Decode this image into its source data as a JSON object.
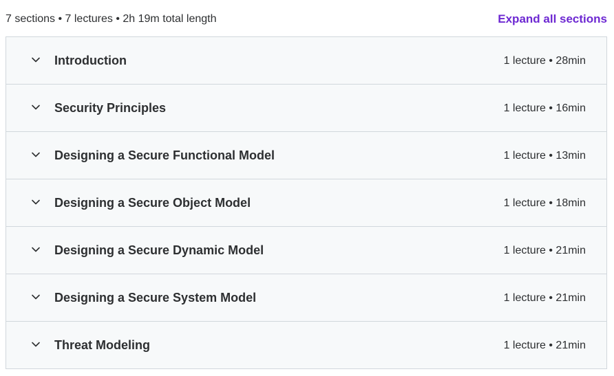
{
  "summary": {
    "text": "7 sections • 7 lectures • 2h 19m total length",
    "expand_all_label": "Expand all sections"
  },
  "sections": [
    {
      "title": "Introduction",
      "meta": "1 lecture • 28min"
    },
    {
      "title": "Security Principles",
      "meta": "1 lecture • 16min"
    },
    {
      "title": "Designing a Secure Functional Model",
      "meta": "1 lecture • 13min"
    },
    {
      "title": "Designing a Secure Object Model",
      "meta": "1 lecture • 18min"
    },
    {
      "title": "Designing a Secure Dynamic Model",
      "meta": "1 lecture • 21min"
    },
    {
      "title": "Designing a Secure System Model",
      "meta": "1 lecture • 21min"
    },
    {
      "title": "Threat Modeling",
      "meta": "1 lecture • 21min"
    }
  ],
  "colors": {
    "accent": "#6d28d2",
    "section_bg": "#f7f9fa",
    "border": "#d1d7dc",
    "text": "#2d2f31"
  },
  "icons": {
    "section_toggle": "chevron-down-icon"
  }
}
